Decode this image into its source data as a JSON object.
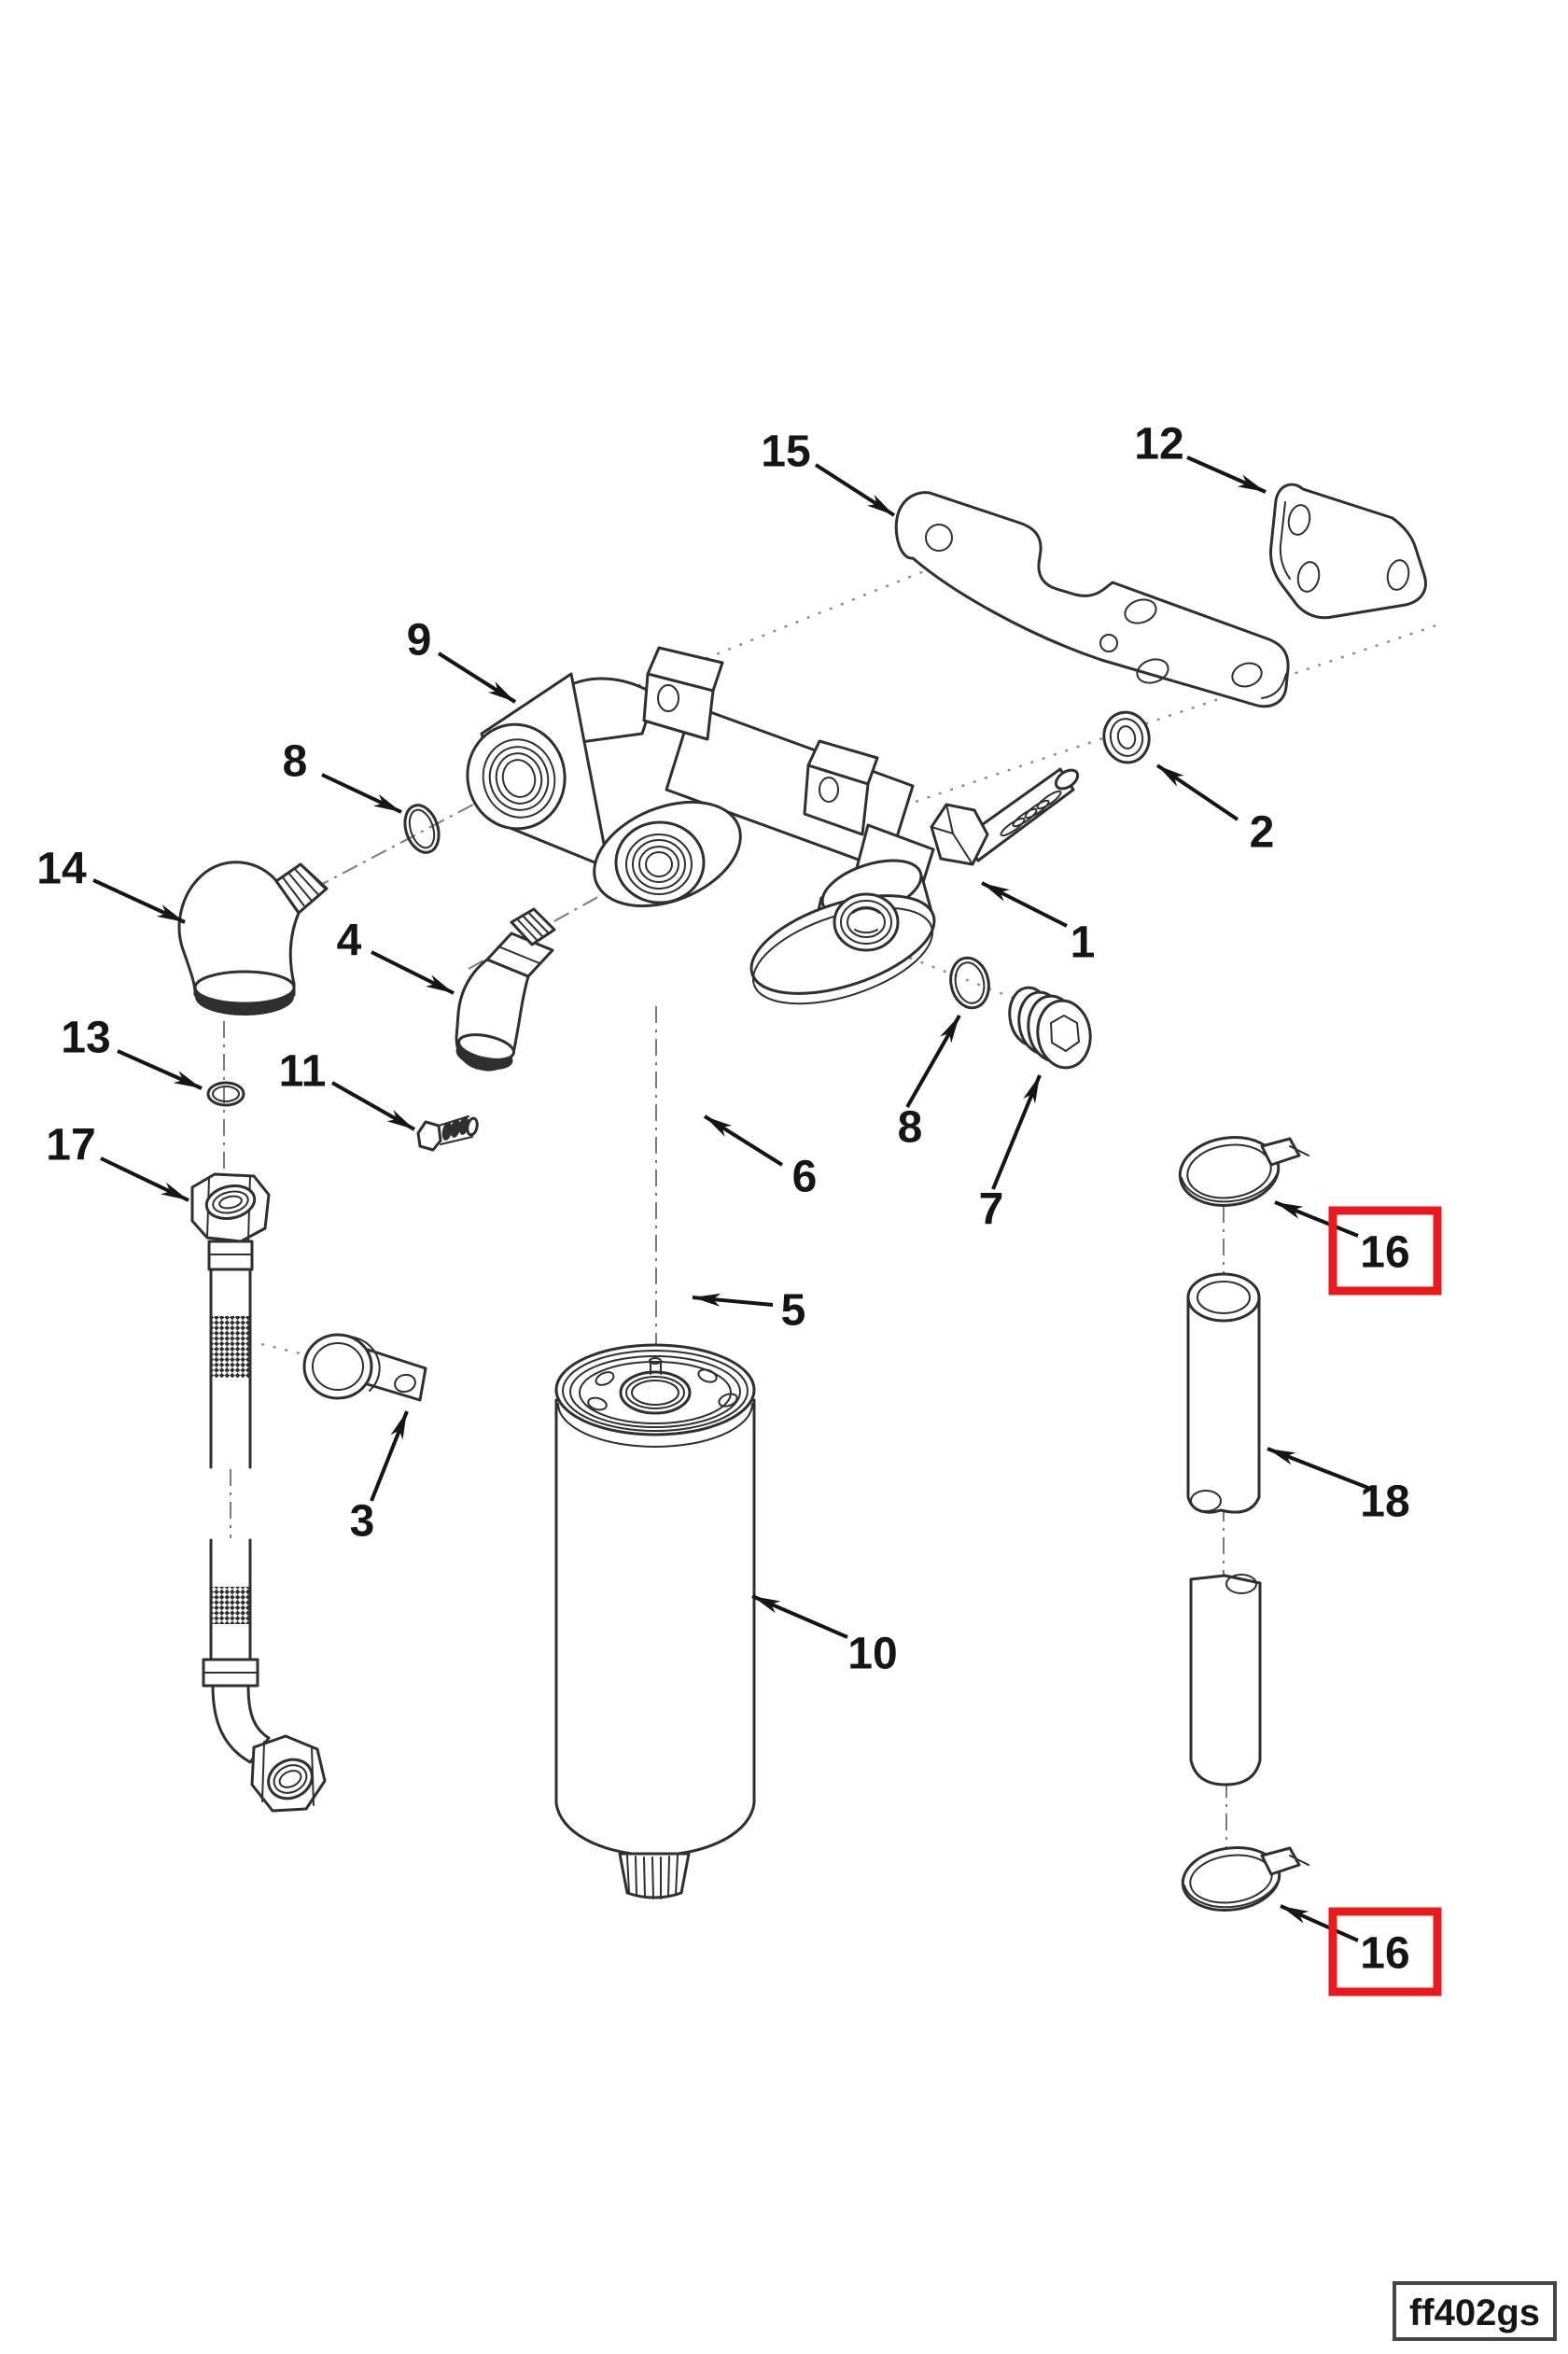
{
  "figure": {
    "code": "ff402gs",
    "background_color": "#ffffff",
    "line_color": "#2f2f2f",
    "label_color": "#151515",
    "centerline_color": "#7a7a7a",
    "highlight_color": "#e8191c"
  },
  "callouts": {
    "n1": "1",
    "n2": "2",
    "n3": "3",
    "n4": "4",
    "n5": "5",
    "n6": "6",
    "n7": "7",
    "n8a": "8",
    "n8b": "8",
    "n9": "9",
    "n10": "10",
    "n11": "11",
    "n12": "12",
    "n13": "13",
    "n14": "14",
    "n15": "15",
    "n16a": "16",
    "n16b": "16",
    "n17": "17",
    "n18": "18"
  }
}
